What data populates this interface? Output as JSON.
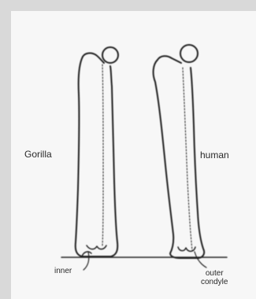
{
  "labels": {
    "gorilla": "Gorilla",
    "human": "human",
    "inner": "inner",
    "outer_line1": "outer",
    "outer_line2": "condyle"
  },
  "colors": {
    "ink": "#222222",
    "paper": "#f7f7f7",
    "frame": "#d9d9d9"
  }
}
